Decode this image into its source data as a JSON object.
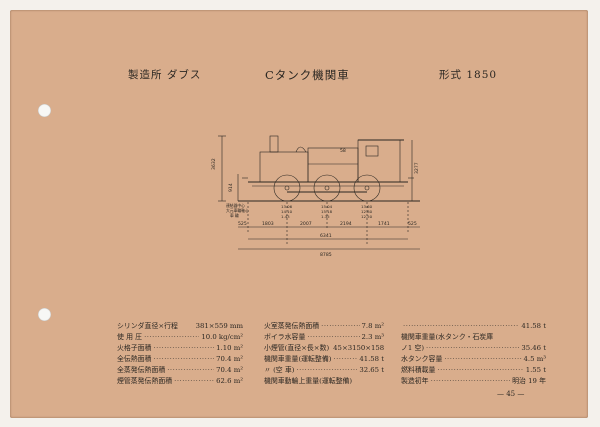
{
  "header": {
    "maker": "製造所 ダブス",
    "model_name": "Cタンク機関車",
    "form": "形式 1850"
  },
  "drawing": {
    "plate_label": "58",
    "side_note_1": "連結器中心",
    "side_note_2": "大元車輪軸心",
    "side_note_3": "車 輪",
    "height_left": "3632",
    "height_inner": "914",
    "height_right": "3277",
    "wheel_col_1": [
      "13.06",
      "14.10",
      "1.43"
    ],
    "wheel_col_2": [
      "15.04",
      "15.18",
      "1.35"
    ],
    "wheel_col_3": [
      "13.60",
      "12.80",
      "12.50"
    ],
    "dim_left_end": "525",
    "dim_1": "1803",
    "dim_2": "2007",
    "dim_3": "2194",
    "dim_4": "1741",
    "dim_right_end": "525",
    "dim_wheelbase_total": "6341",
    "dim_overall": "8785"
  },
  "specs": {
    "col1": [
      {
        "label": "シリンダ直径×行程",
        "value": "381×559 mm",
        "dots": false
      },
      {
        "label": "使 用 圧",
        "value": "10.0 kg/cm²",
        "dots": true
      },
      {
        "label": "火格子面積",
        "value": "1.10 m²",
        "dots": true
      },
      {
        "label": "全伝熱面積",
        "value": "70.4 m²",
        "dots": true
      },
      {
        "label": "全蒸発伝熱面積",
        "value": "70.4 m²",
        "dots": true
      },
      {
        "label": "煙管蒸発伝熱面積",
        "value": "62.6 m²",
        "dots": true
      }
    ],
    "col2": [
      {
        "label": "火室蒸発伝熱面積",
        "value": "7.8 m²",
        "dots": true
      },
      {
        "label": "ボイラ水容量",
        "value": "2.3 m³",
        "dots": true
      },
      {
        "label": "小煙管(直径×長×数)",
        "value": "45×3150×158",
        "dots": false
      },
      {
        "label": "機関車重量(運転整備)",
        "value": "41.58 t",
        "dots": true
      },
      {
        "label": "〃 (空 車)",
        "value": "32.65 t",
        "dots": true
      },
      {
        "label": "機関車動輪上重量(運転整備)",
        "value": "",
        "dots": false
      }
    ],
    "col3": [
      {
        "label": "",
        "value": "41.58 t",
        "dots": true
      },
      {
        "label": "機関車重量(水タンク・石炭庫",
        "value": "",
        "dots": false
      },
      {
        "label": "ノ1 空)",
        "value": "35.46 t",
        "dots": true
      },
      {
        "label": "水タンク容量",
        "value": "4.5 m³",
        "dots": true
      },
      {
        "label": "燃料積載量",
        "value": "1.55 t",
        "dots": true
      },
      {
        "label": "製造初年",
        "value": "明治 19 年",
        "dots": true
      }
    ]
  },
  "page_number": "— 45 —"
}
